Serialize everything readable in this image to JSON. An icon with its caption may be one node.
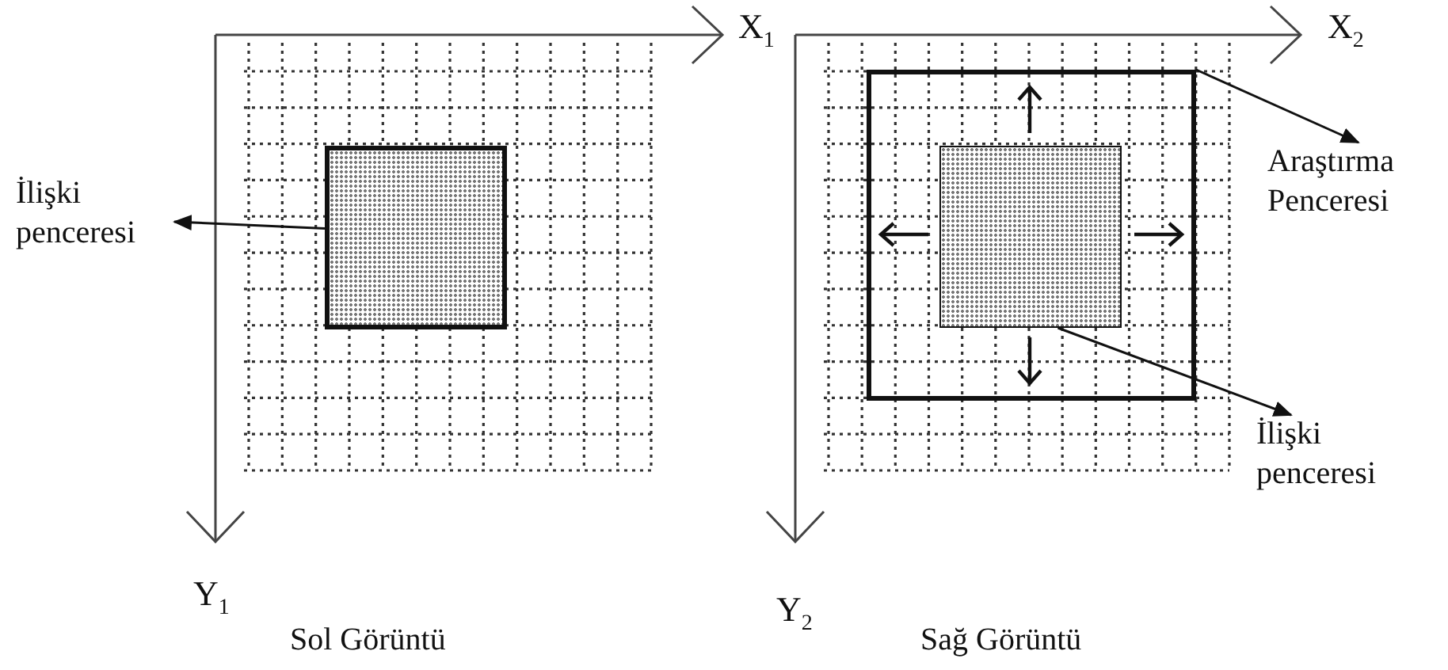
{
  "diagram": {
    "nodes": [
      {
        "text": [
          "İlişki penceresi"
        ]
      },
      {
        "text": [],
        "shape": "box"
      },
      {
        "text": [
          "Araştırma Penceresi"
        ]
      },
      {
        "text": [],
        "shape": "box"
      },
      {
        "text": [],
        "shape": "box",
        "in": 3
      },
      {
        "text": [
          "İlişki penceresi"
        ]
      }
    ],
    "edges": [
      {
        "from": 1,
        "to": 0,
        "arrow": "to"
      },
      {
        "from": 3,
        "to": 2,
        "arrow": "to"
      },
      {
        "from": 4,
        "to": 5,
        "arrow": "to"
      }
    ],
    "labels": [
      "X$_{1}$",
      "Y$_{1}$",
      "Sol Görüntü",
      "X$_{2}$",
      "Y$_{2}$",
      "Sağ Görüntü"
    ]
  }
}
